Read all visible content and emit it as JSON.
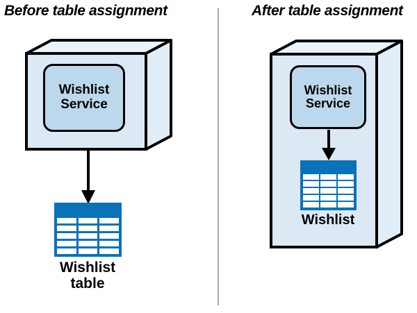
{
  "diagram": {
    "panels": [
      {
        "id": "before",
        "title": "Before table assignment",
        "service": {
          "line1": "Wishlist",
          "line2": "Service"
        },
        "table_caption": {
          "line1": "Wishlist",
          "line2": "table"
        },
        "arrow": "service-to-table-arrow"
      },
      {
        "id": "after",
        "title": "After table assignment",
        "service": {
          "line1": "Wishlist",
          "line2": "Service"
        },
        "table_caption": {
          "line1": "Wishlist",
          "line2": ""
        },
        "arrow": "service-to-table-arrow"
      }
    ],
    "colors": {
      "box_front": "#dce9f4",
      "box_top": "#eaf2fa",
      "box_side": "#dce9f4",
      "service_fill": "#bcd8ec",
      "table_blue": "#0a72b8",
      "table_cell": "#ffffff",
      "outline": "#000000",
      "divider": "#a9a9a9",
      "background": "#ffffff"
    },
    "table_grid": {
      "columns": 3,
      "rows": 5
    }
  }
}
